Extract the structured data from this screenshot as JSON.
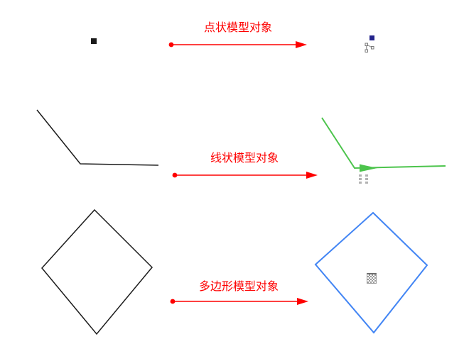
{
  "colors": {
    "arrow_red": "#fe0000",
    "source_black": "#1b1b1b",
    "model_point_navy": "#23238b",
    "model_line_green": "#4cc44c",
    "model_polygon_blue": "#4285f4",
    "icon_gray": "#777777"
  },
  "rows": [
    {
      "id": "point",
      "label": "点状模型对象"
    },
    {
      "id": "line",
      "label": "线状模型对象"
    },
    {
      "id": "polygon",
      "label": "多边形模型对象"
    }
  ],
  "icons": {
    "vertex_branch": "branch-nodes-icon",
    "line_marker": "dashed-bars-icon",
    "polygon_marker": "hatch-pattern-icon"
  }
}
